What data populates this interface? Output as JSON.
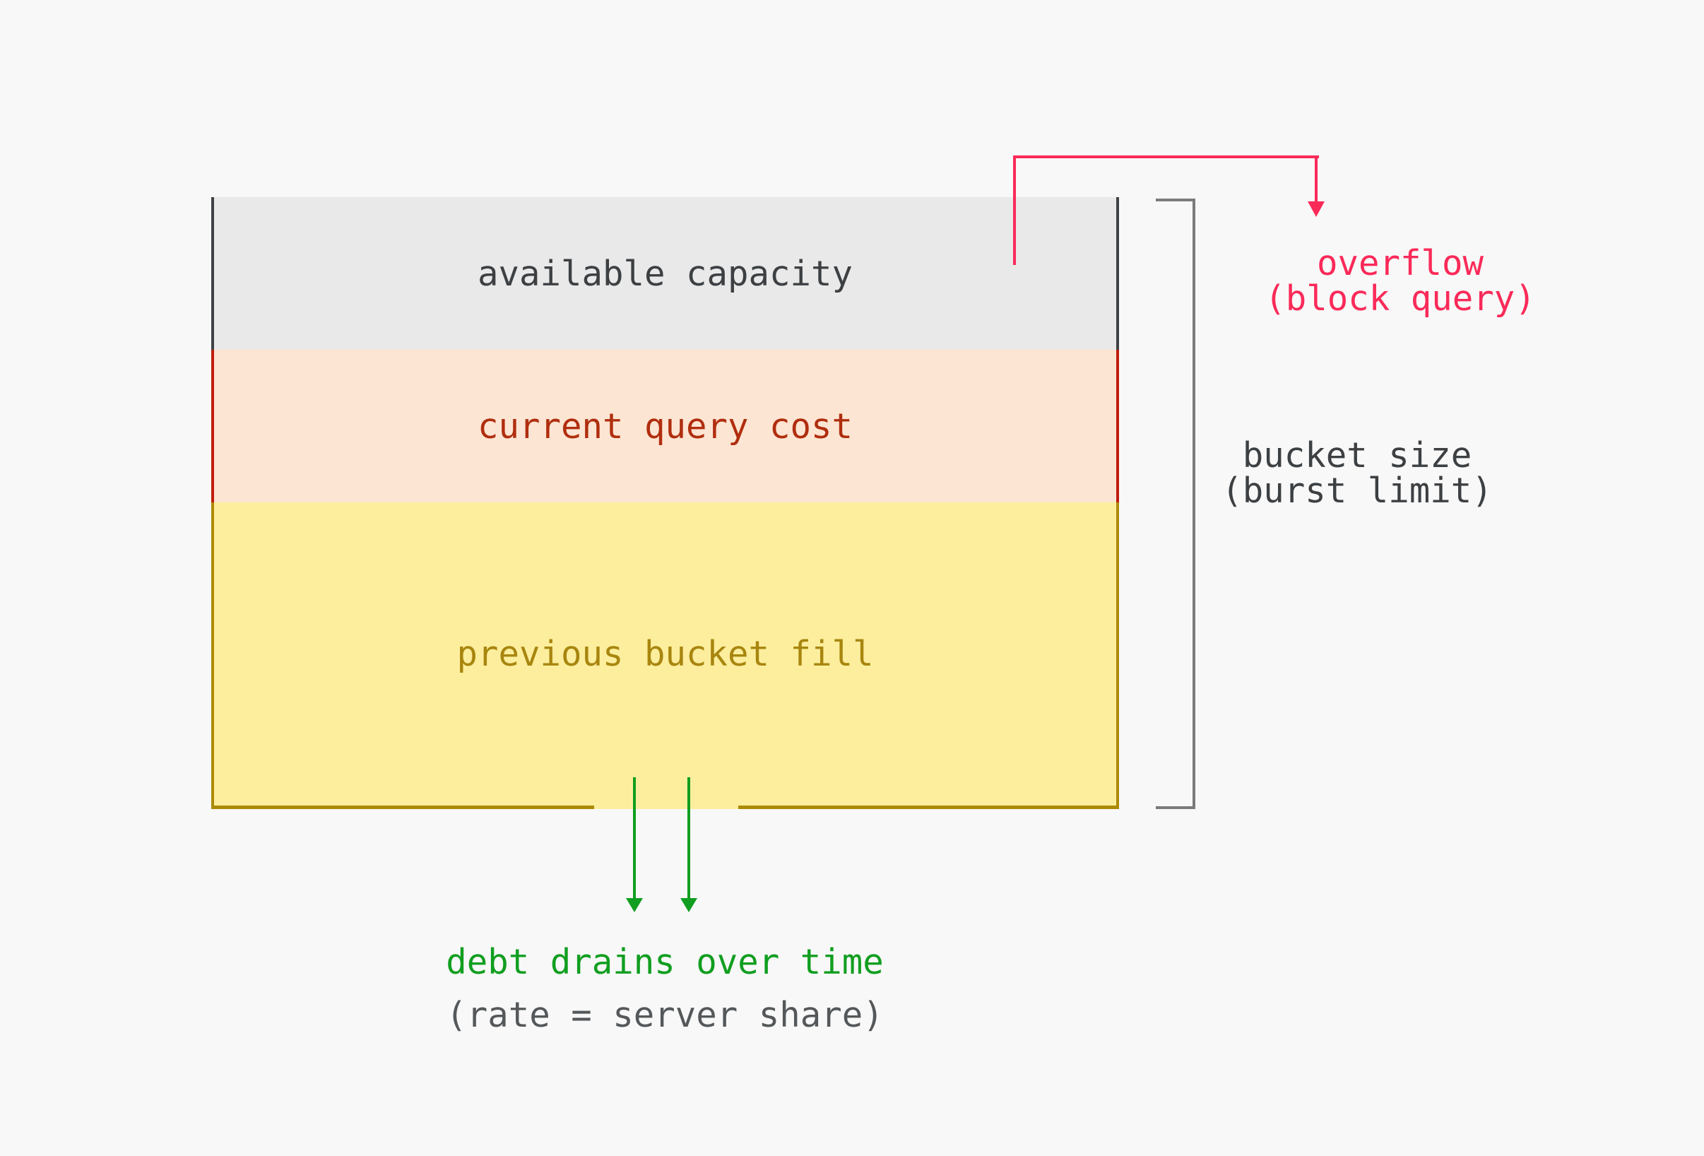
{
  "diagram": {
    "title_colors": {
      "background": "#f8f8f8",
      "pink_accent": "#fa2a59",
      "green_accent": "#119e20",
      "bracket_gray": "#7b7b7b"
    },
    "bucket": {
      "sections": [
        {
          "label": "available capacity",
          "fill": "#e9e9e9",
          "border": "#3f4245",
          "text_color": "#3d4043"
        },
        {
          "label": "current query cost",
          "fill": "#fde5d3",
          "border": "#bf1d0b",
          "text_color": "#b02e0e"
        },
        {
          "label": "previous bucket fill",
          "fill": "#fdee9e",
          "border": "#ac8a05",
          "text_color": "#a8860e"
        }
      ]
    },
    "annotations": {
      "overflow": {
        "line1": "overflow",
        "line2": "(block query)",
        "color": "#fa2a59"
      },
      "bucket_size": {
        "line1": "bucket size",
        "line2": "(burst limit)",
        "color": "#3d4043"
      },
      "drain": {
        "line1": "debt drains over time",
        "line2": "(rate = server share)",
        "line1_color": "#119e20",
        "line2_color": "#55585a"
      }
    }
  }
}
